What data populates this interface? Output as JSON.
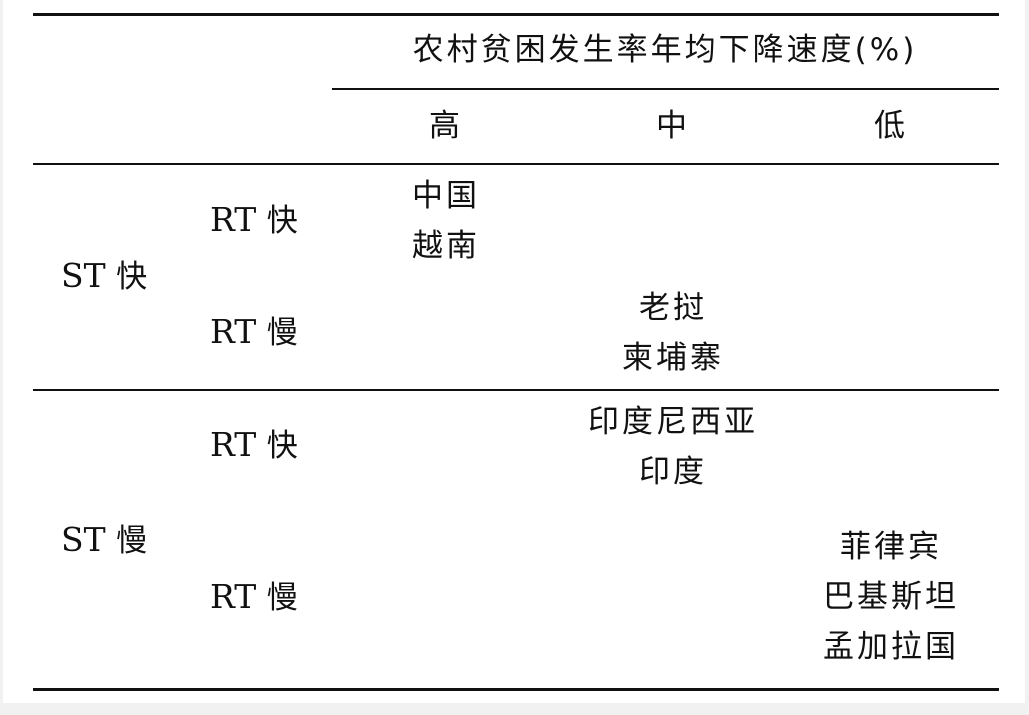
{
  "table": {
    "header": {
      "group_label": "农村贫困发生率年均下降速度(%)",
      "columns": [
        "高",
        "中",
        "低"
      ]
    },
    "groups": [
      {
        "st_label": "ST",
        "st_speed": "快",
        "rows": [
          {
            "rt_label": "RT",
            "rt_speed": "快",
            "high": [
              "中国",
              "越南"
            ],
            "mid": [],
            "low": []
          },
          {
            "rt_label": "RT",
            "rt_speed": "慢",
            "high": [],
            "mid": [
              "老挝",
              "柬埔寨"
            ],
            "low": []
          }
        ]
      },
      {
        "st_label": "ST",
        "st_speed": "慢",
        "rows": [
          {
            "rt_label": "RT",
            "rt_speed": "快",
            "high": [],
            "mid": [
              "印度尼西亚",
              "印度"
            ],
            "low": []
          },
          {
            "rt_label": "RT",
            "rt_speed": "慢",
            "high": [],
            "mid": [],
            "low": [
              "菲律宾",
              "巴基斯坦",
              "孟加拉国"
            ]
          }
        ]
      }
    ]
  }
}
